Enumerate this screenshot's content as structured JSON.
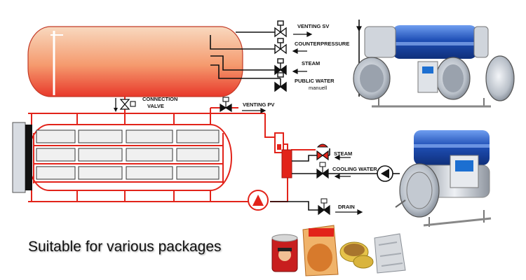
{
  "labels": {
    "venting_sv": "VENTING SV",
    "counterpressure": "COUNTERPRESSURE",
    "steam_top": "STEAM",
    "public_water": "PUBLIC WATER",
    "manuell": "manuell",
    "connection": "CONNECTION",
    "valve": "VALVE",
    "venting_pv": "VENTING PV",
    "steam_mid": "STEAM",
    "cooling_water": "COOLING WATER",
    "drain": "DRAIN"
  },
  "caption": "Suitable for various packages",
  "colors": {
    "pipe_red": "#e2231a",
    "line_black": "#111111",
    "tank_top": "#f6c9a6",
    "tank_bottom": "#ee3b2c",
    "machine_blue": "#1f4fb6",
    "steel": "#c9ced6"
  },
  "icons": [
    "valve-icon",
    "pump-icon",
    "arrow-icon"
  ]
}
